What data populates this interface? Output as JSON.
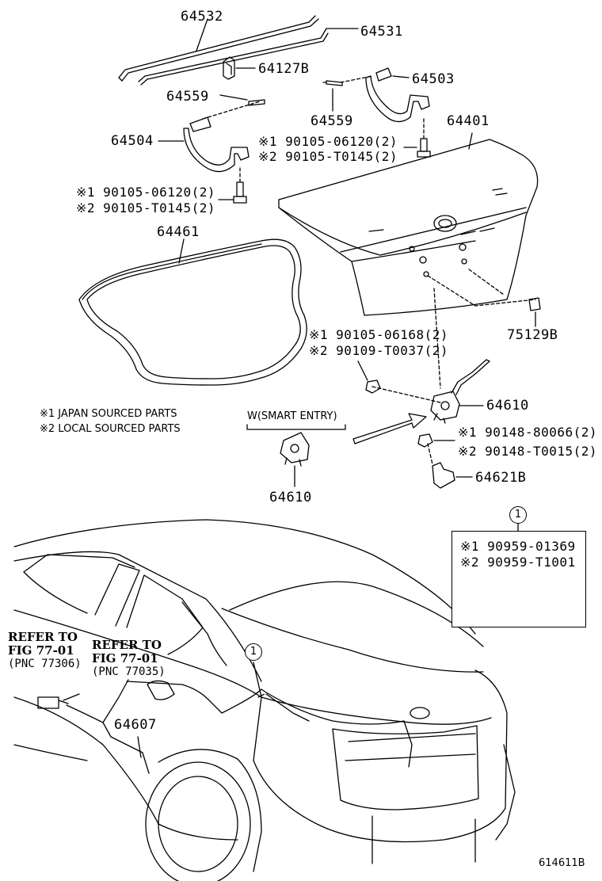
{
  "parts": {
    "p64532": "64532",
    "p64531": "64531",
    "p64127b": "64127B",
    "p64503": "64503",
    "p64559_left": "64559",
    "p64559_right": "64559",
    "p64401": "64401",
    "p64504": "64504",
    "p64461": "64461",
    "p75129b": "75129B",
    "p64610_main": "64610",
    "p64610_smart": "64610",
    "p64621b": "64621B",
    "p64607": "64607"
  },
  "bolts": {
    "right_1": "※1 90105-06120(2)",
    "right_2": "※2 90105-T0145(2)",
    "left_1": "※1 90105-06120(2)",
    "left_2": "※2 90105-T0145(2)",
    "lock_1": "※1 90105-06168(2)",
    "lock_2": "※2 90109-T0037(2)",
    "striker_1": "※1 90148-80066(2)",
    "striker_2": "※2 90148-T0015(2)"
  },
  "notes": {
    "japan": "※1 JAPAN SOURCED PARTS",
    "local": "※2 LOCAL SOURCED PARTS",
    "smart_entry": "W(SMART ENTRY)"
  },
  "inset": {
    "marker": "1",
    "part_1": "※1 90959-01369",
    "part_2": "※2 90959-T1001"
  },
  "refs": {
    "left": {
      "line1": "REFER TO",
      "line2": "FIG 77-01",
      "pnc": "(PNC 77306)"
    },
    "right": {
      "line1": "REFER TO",
      "line2": "FIG 77-01",
      "pnc": "(PNC 77035)"
    }
  },
  "car_marker": "1",
  "figure_number": "614611B",
  "colors": {
    "ink": "#000000",
    "paper": "#ffffff"
  }
}
